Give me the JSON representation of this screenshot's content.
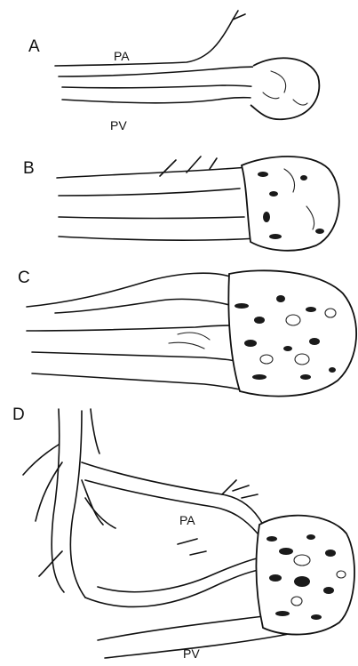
{
  "figure": {
    "panels": [
      {
        "id": "A",
        "label": "A",
        "vessel_labels": [
          "PA",
          "PV"
        ]
      },
      {
        "id": "B",
        "label": "B",
        "vessel_labels": []
      },
      {
        "id": "C",
        "label": "C",
        "vessel_labels": []
      },
      {
        "id": "D",
        "label": "D",
        "vessel_labels": [
          "PA",
          "PV"
        ]
      }
    ]
  }
}
